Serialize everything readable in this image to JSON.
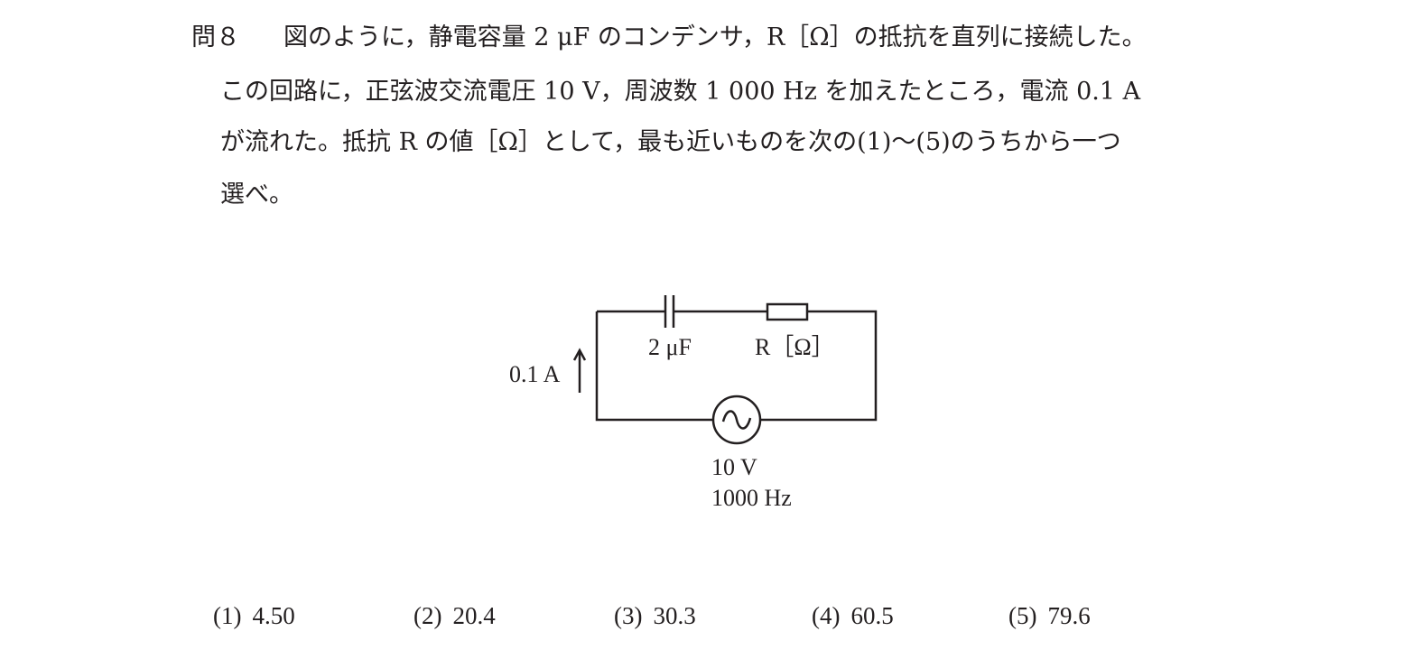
{
  "question": {
    "number": "問８",
    "line1": "図のように，静電容量 2 μF のコンデンサ，R［Ω］の抵抗を直列に接続した。",
    "line2": "この回路に，正弦波交流電圧 10 V，周波数 1 000 Hz を加えたところ，電流 0.1 A",
    "line3": "が流れた。抵抗 R の値［Ω］として，最も近いものを次の(1)～(5)のうちから一つ",
    "line4": "選べ。"
  },
  "circuit": {
    "capacitor_label": "2 μF",
    "resistor_label": "R［Ω］",
    "current_label": "0.1 A",
    "voltage_label": "10 V",
    "frequency_label": "1000 Hz"
  },
  "choices": [
    {
      "num": "(1)",
      "value": "4.50"
    },
    {
      "num": "(2)",
      "value": "20.4"
    },
    {
      "num": "(3)",
      "value": "30.3"
    },
    {
      "num": "(4)",
      "value": "60.5"
    },
    {
      "num": "(5)",
      "value": "79.6"
    }
  ]
}
